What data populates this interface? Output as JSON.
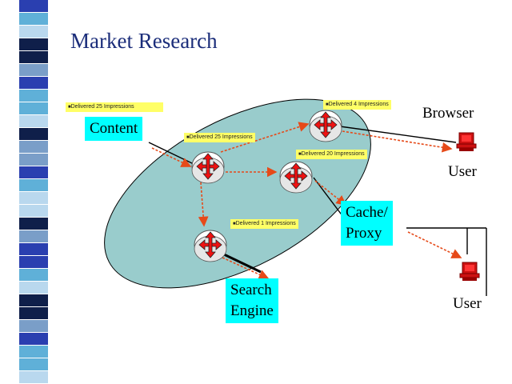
{
  "slide": {
    "title": "Market Research",
    "left_strip_colors": [
      "#2a3fb0",
      "#4aa7d8",
      "#0f1f4a",
      "#e8e6c0",
      "#5fb0d8",
      "#2c6fd0",
      "#7a9ec8",
      "#12224e",
      "#b9d8ee",
      "#0d0d0d"
    ]
  },
  "diagram": {
    "network_fill": "#99cccc",
    "arrow_color": "#e64a19",
    "nodes": {
      "content": "Content",
      "browser": "Browser",
      "user_top": "User",
      "cache_proxy_line1": "Cache/",
      "cache_proxy_line2": "Proxy",
      "user_bottom": "User",
      "search_engine_line1": "Search",
      "search_engine_line2": "Engine"
    },
    "impressions": [
      {
        "text": "Delivered 25 Impressions"
      },
      {
        "text": "Delivered 25 Impressions"
      },
      {
        "text": "Delivered 4 Impressions"
      },
      {
        "text": "Delivered 20 Impressions"
      },
      {
        "text": "Delivered 1 Impressions"
      }
    ],
    "icons": {
      "router": "router-icon",
      "computer": "computer-icon"
    }
  }
}
